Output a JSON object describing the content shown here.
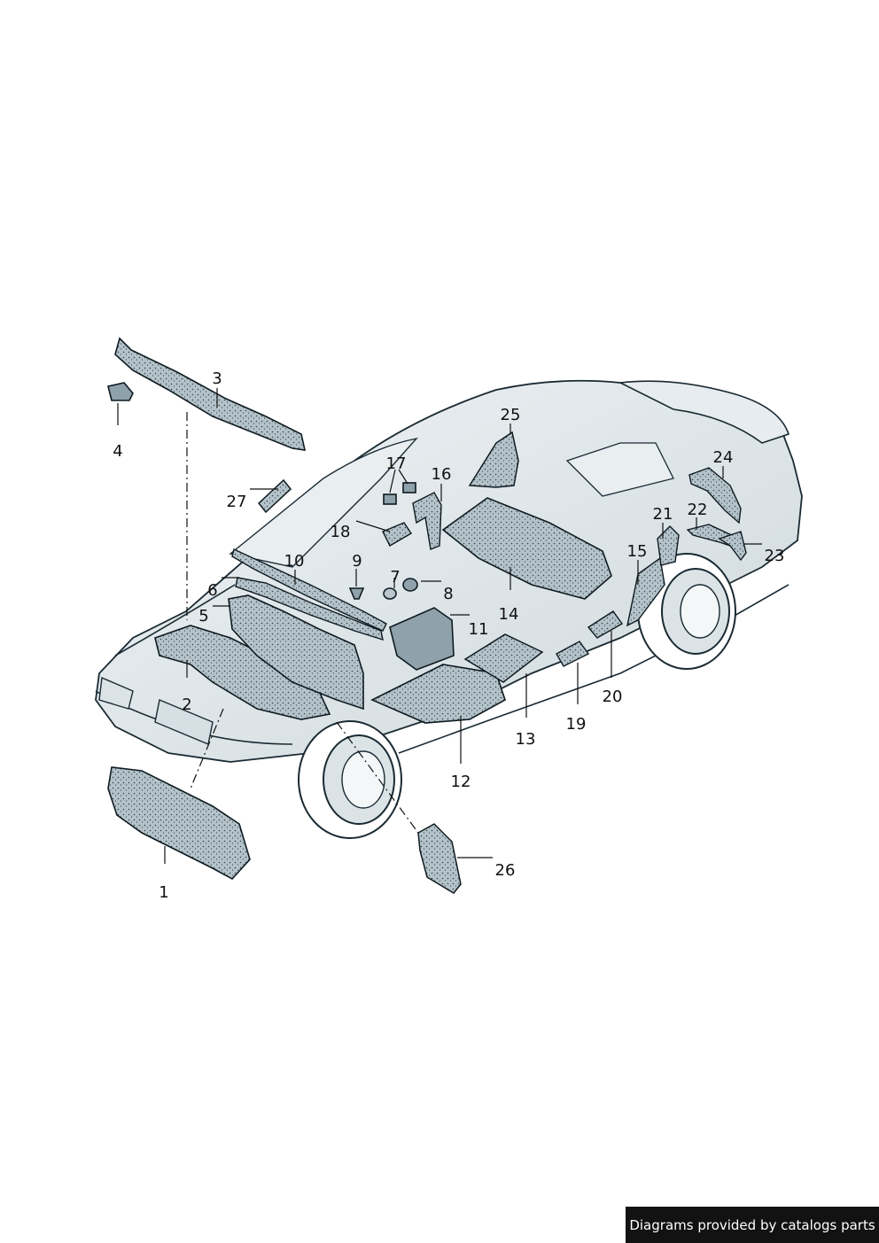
{
  "diagram": {
    "callouts": [
      "1",
      "2",
      "3",
      "4",
      "5",
      "6",
      "7",
      "8",
      "9",
      "10",
      "11",
      "12",
      "13",
      "14",
      "15",
      "16",
      "17",
      "18",
      "19",
      "20",
      "21",
      "22",
      "23",
      "24",
      "25",
      "26",
      "27"
    ],
    "colors": {
      "body_fill": "#dfe6ea",
      "part_fill": "#b9c6cd",
      "outline": "#0e1a20",
      "shadow": "#c4d0d6"
    }
  },
  "footer": {
    "credit": "Diagrams provided by catalogs parts"
  }
}
